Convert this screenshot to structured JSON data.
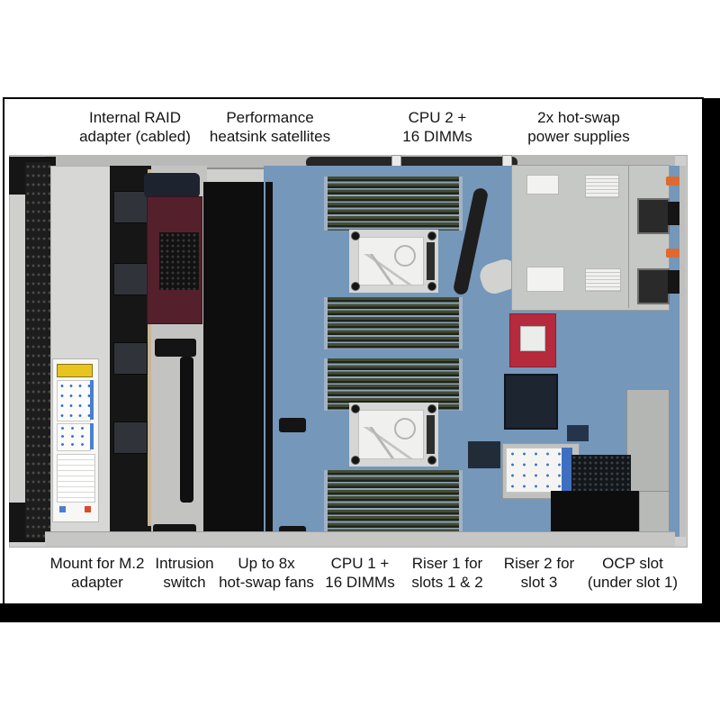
{
  "page": {
    "background": "#ffffff"
  },
  "frame": {
    "border_color": "#000000",
    "shadow_color": "#000000",
    "background": "#ffffff"
  },
  "annotations": {
    "color": "#e41210",
    "text_color": "#151515",
    "top_labels": [
      {
        "id": "internal-raid-adapter",
        "line1": "Internal RAID",
        "line2": "adapter (cabled)"
      },
      {
        "id": "heatsink-satellites",
        "line1": "Performance",
        "line2": "heatsink satellites"
      },
      {
        "id": "cpu2-dimms",
        "line1": "CPU 2 +",
        "line2": "16 DIMMs"
      },
      {
        "id": "power-supplies",
        "line1": "2x hot-swap",
        "line2": "power supplies"
      }
    ],
    "bottom_labels": [
      {
        "id": "m2-mount",
        "line1": "Mount for M.2",
        "line2": "adapter"
      },
      {
        "id": "intrusion-switch",
        "line1": "Intrusion",
        "line2": "switch"
      },
      {
        "id": "hot-swap-fans",
        "line1": "Up to 8x",
        "line2": "hot-swap fans"
      },
      {
        "id": "cpu1-dimms",
        "line1": "CPU 1 +",
        "line2": "16 DIMMs"
      },
      {
        "id": "riser1",
        "line1": "Riser 1 for",
        "line2": "slots 1 & 2"
      },
      {
        "id": "riser2",
        "line1": "Riser 2 for",
        "line2": "slot 3"
      },
      {
        "id": "ocp-slot",
        "line1": "OCP slot",
        "line2": "(under slot 1)"
      }
    ]
  },
  "photo_palette": {
    "motherboard_blue": "#7497ba",
    "chassis_grey": "#cfd0ce",
    "psu_grey": "#c6c8c6",
    "fan_black": "#202020",
    "dimm_green": "#434c35",
    "heatsink_silver": "#d6d6d4",
    "copper_pipe": "#b06a2c",
    "cyan_cable": "#9cd2e6",
    "raid_maroon": "#54202c",
    "mezzanine_red": "#b52a3c",
    "accent_blue": "#3f6fd0",
    "warning_yellow": "#ddb81f",
    "orange_tab": "#e06a2e"
  }
}
